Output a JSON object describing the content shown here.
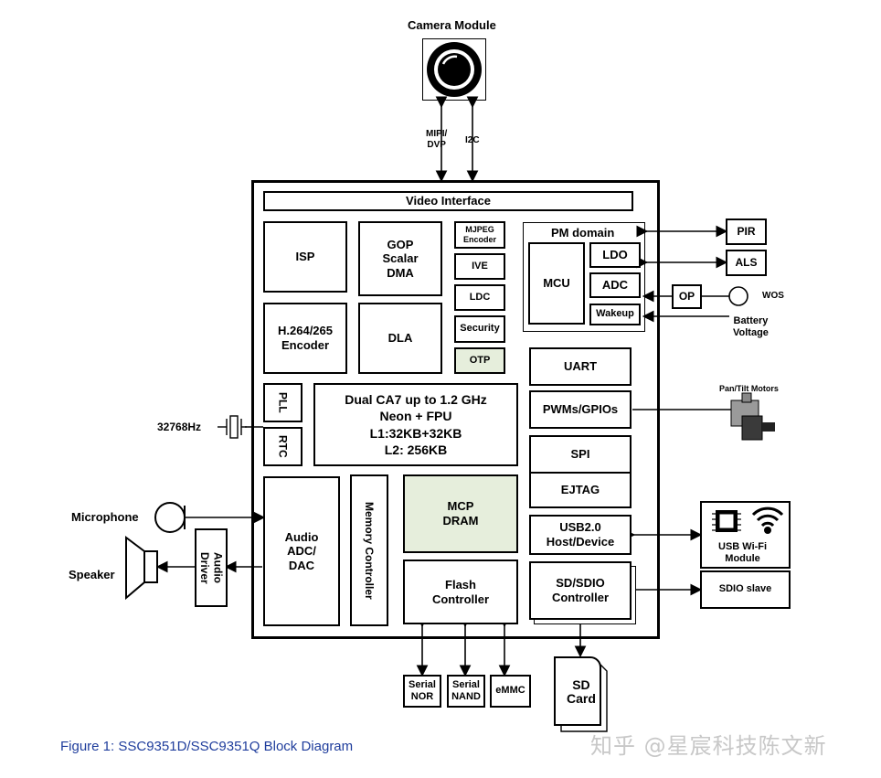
{
  "camera": {
    "title": "Camera Module",
    "mipi_label": "MIPI/\nDVP",
    "i2c_label": "I2C"
  },
  "blocks": {
    "video_interface": "Video Interface",
    "isp": "ISP",
    "gop": "GOP\nScalar\nDMA",
    "mjpeg": "MJPEG\nEncoder",
    "ive": "IVE",
    "ldc": "LDC",
    "security": "Security",
    "otp": "OTP",
    "h264": "H.264/265\nEncoder",
    "dla": "DLA",
    "pll": "PLL",
    "rtc": "RTC",
    "cpu": "Dual CA7 up to 1.2 GHz\nNeon + FPU\nL1:32KB+32KB\nL2: 256KB",
    "audio": "Audio\nADC/\nDAC",
    "memory_controller": "Memory Controller",
    "mcp_dram": "MCP\nDRAM",
    "flash_controller": "Flash\nController",
    "uart": "UART",
    "pwm": "PWMs/GPIOs",
    "spi": "SPI",
    "ejtag": "EJTAG",
    "usb": "USB2.0\nHost/Device",
    "sdio": "SD/SDIO\nController"
  },
  "pm": {
    "title": "PM domain",
    "mcu": "MCU",
    "ldo": "LDO",
    "adc": "ADC",
    "wakeup": "Wakeup"
  },
  "external": {
    "pir": "PIR",
    "als": "ALS",
    "op": "OP",
    "wos": "WOS",
    "battery": "Battery\nVoltage",
    "pan_tilt": "Pan/Tilt Motors",
    "usb_wifi": "USB Wi-Fi\nModule",
    "sdio_slave": "SDIO slave",
    "crystal": "32768Hz",
    "microphone": "Microphone",
    "speaker": "Speaker",
    "audio_driver": "Audio\nDriver",
    "serial_nor": "Serial\nNOR",
    "serial_nand": "Serial\nNAND",
    "emmc": "eMMC",
    "sd_card": "SD\nCard"
  },
  "caption": "Figure 1: SSC9351D/SSC9351Q Block Diagram",
  "watermark": "知乎 @星宸科技陈文新",
  "colors": {
    "green_fill": "#e6eedc",
    "caption_blue": "#1f3d9c",
    "watermark_gray": "#c8c8c8"
  }
}
